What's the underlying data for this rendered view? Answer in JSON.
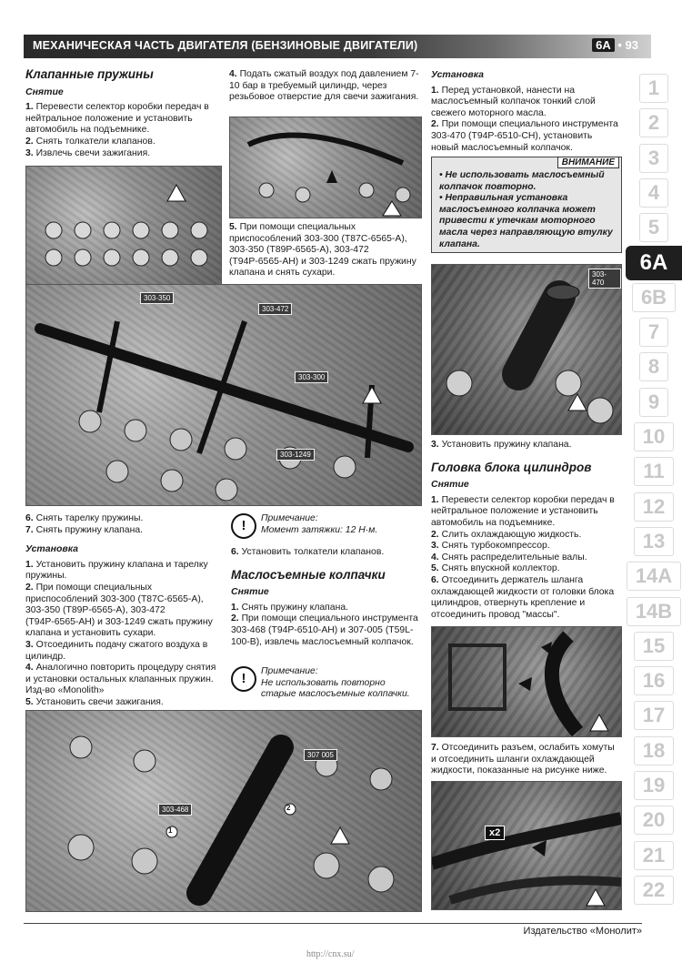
{
  "header": {
    "title": "МЕХАНИЧЕСКАЯ ЧАСТЬ ДВИГАТЕЛЯ (БЕНЗИНОВЫЕ ДВИГАТЕЛИ)",
    "section": "6A",
    "page": "• 93"
  },
  "col1": {
    "heading": "Клапанные пружины",
    "removal_heading": "Снятие",
    "removal": [
      {
        "n": "1.",
        "t": "Перевести селектор коробки передач в нейтральное положение и установить автомобиль на подъемнике."
      },
      {
        "n": "2.",
        "t": "Снять толкатели клапанов."
      },
      {
        "n": "3.",
        "t": "Извлечь свечи зажигания."
      }
    ]
  },
  "col2": {
    "steps": [
      {
        "n": "4.",
        "t": "Подать сжатый воздух под давлением 7-10 бар в требуемый цилиндр, через резьбовое отверстие для свечи зажигания."
      },
      {
        "n": "5.",
        "t": "При помощи специальных приспособлений 303-300 (Т87С-6565-А), 303-350 (Т89Р-6565-А), 303-472 (Т94Р-6565-АН) и 303-1249 сжать пружину клапана и снять сухари."
      }
    ]
  },
  "col3": {
    "install_heading": "Установка",
    "steps": [
      {
        "n": "1.",
        "t": "Перед установкой, нанести на маслосъемный колпачок тонкий слой свежего моторного масла."
      },
      {
        "n": "2.",
        "t": "При помощи специального инструмента 303-470 (Т94Р-6510-СН), установить новый маслосъемный колпачок."
      }
    ],
    "warning_label": "ВНИМАНИЕ",
    "warning_lines": [
      "• Не использовать маслосъемный колпачок повторно.",
      "• Неправильная установка маслосъемного колпачка может привести к утечкам моторного масла через направляющую втулку клапана."
    ],
    "step3": {
      "n": "3.",
      "t": "Установить пружину клапана."
    },
    "head_heading": "Головка блока цилиндров",
    "head_removal_heading": "Снятие",
    "head_steps": [
      {
        "n": "1.",
        "t": "Перевести селектор коробки передач в нейтральное положение и установить автомобиль на подъемнике."
      },
      {
        "n": "2.",
        "t": "Слить охлаждающую жидкость."
      },
      {
        "n": "3.",
        "t": "Снять турбокомпрессор."
      },
      {
        "n": "4.",
        "t": "Снять распределительные валы."
      },
      {
        "n": "5.",
        "t": "Снять впускной коллектор."
      },
      {
        "n": "6.",
        "t": "Отсоединить держатель шланга охлаждающей жидкости от головки блока цилиндров, отвернуть крепление и отсоединить провод \"массы\"."
      }
    ],
    "step7": {
      "n": "7.",
      "t": "Отсоединить разъем, ослабить хомуты и отсоединить шланги охлаждающей жидкости, показанные на рисунке ниже."
    }
  },
  "lower_left": {
    "steps": [
      {
        "n": "6.",
        "t": "Снять тарелку пружины."
      },
      {
        "n": "7.",
        "t": "Снять пружину клапана."
      }
    ],
    "install_heading": "Установка",
    "install": [
      {
        "n": "1.",
        "t": "Установить пружину клапана и тарелку пружины."
      },
      {
        "n": "2.",
        "t": "При помощи специальных приспособлений 303-300 (Т87С-6565-А), 303-350 (Т89Р-6565-А), 303-472 (Т94Р-6565-АН) и 303-1249 сжать пружину клапана и установить сухари."
      },
      {
        "n": "3.",
        "t": "Отсоединить подачу сжатого воздуха в цилиндр."
      },
      {
        "n": "4.",
        "t": "Аналогично повторить процедуру снятия и установки остальных клапанных пружин. Изд-во «Monolith»"
      },
      {
        "n": "5.",
        "t": "Установить свечи зажигания."
      }
    ]
  },
  "lower_mid": {
    "note1_title": "Примечание:",
    "note1_text": "Момент затяжки: 12 Н·м.",
    "step6": {
      "n": "6.",
      "t": "Установить толкатели клапанов."
    },
    "seals_heading": "Маслосъемные колпачки",
    "seals_removal_heading": "Снятие",
    "seals_steps": [
      {
        "n": "1.",
        "t": "Снять пружину клапана."
      },
      {
        "n": "2.",
        "t": "При помощи специального инструмента 303-468 (Т94Р-6510-АН) и 307-005 (Т59L-100-В), извлечь маслосъемный колпачок."
      }
    ],
    "note2_title": "Примечание:",
    "note2_text": "Не использовать повторно старые маслосъемные колпачки.",
    "note_icon": "!"
  },
  "figure_labels": {
    "big": [
      "303-350",
      "303-472",
      "303-300",
      "303-1249"
    ],
    "seal_tool": "303-470",
    "bottom": [
      "307 005",
      "303-468",
      "1",
      "2"
    ],
    "hoses": "x2"
  },
  "tabs": [
    "1",
    "2",
    "3",
    "4",
    "5",
    "6A",
    "6B",
    "7",
    "8",
    "9",
    "10",
    "11",
    "12",
    "13",
    "14A",
    "14B",
    "15",
    "16",
    "17",
    "18",
    "19",
    "20",
    "21",
    "22"
  ],
  "active_tab": "6A",
  "footer": {
    "publisher": "Издательство «Монолит»",
    "url": "http://cnx.su/"
  }
}
